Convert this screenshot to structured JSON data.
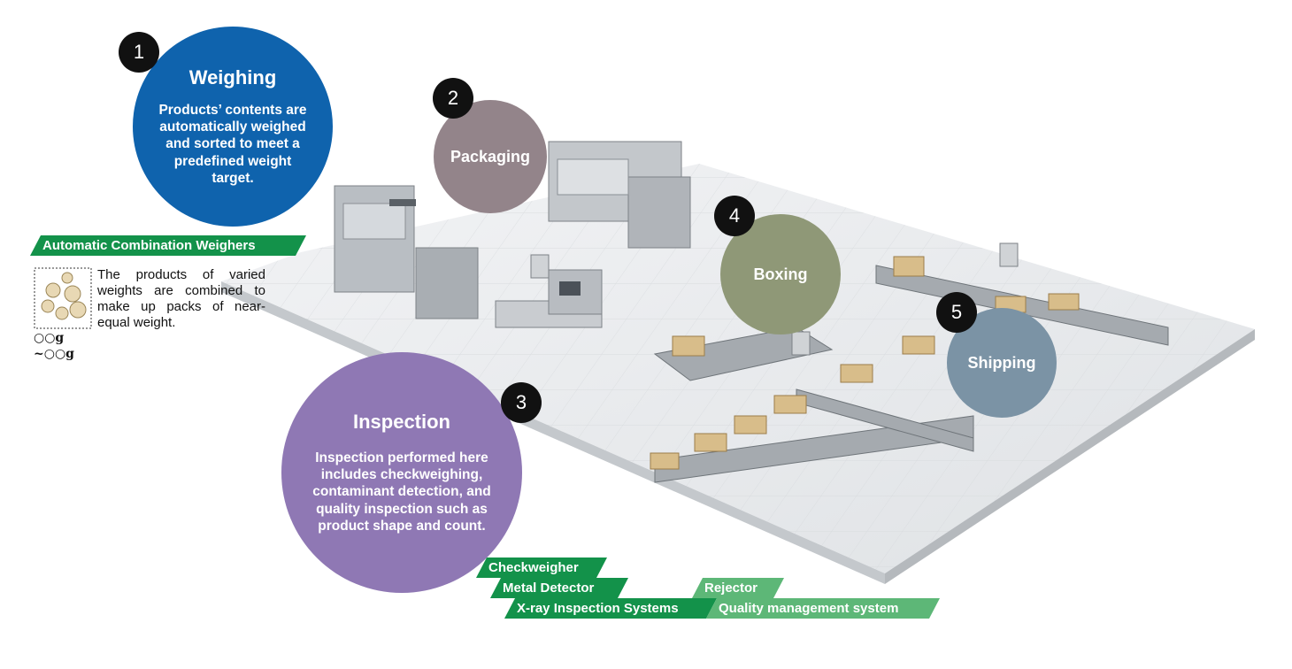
{
  "steps": [
    {
      "number": "1",
      "title": "Weighing",
      "description": "Products’ contents are automatically weighed and sorted to meet a predefined weight target.",
      "color": "#0f63ad"
    },
    {
      "number": "2",
      "title": "Packaging",
      "description": "",
      "color": "#93848a"
    },
    {
      "number": "3",
      "title": "Inspection",
      "description": "Inspection performed here includes checkweighing, contaminant detection, and quality inspection such as product shape and count.",
      "color": "#8f78b4"
    },
    {
      "number": "4",
      "title": "Boxing",
      "description": "",
      "color": "#8f9877"
    },
    {
      "number": "5",
      "title": "Shipping",
      "description": "",
      "color": "#7b93a5"
    }
  ],
  "weighing_tag": "Automatic Combination Weighers",
  "weighing_note": "The products of varied weights are combined to make up packs of near-equal weight.",
  "weight_label_1": "○○g",
  "weight_label_2": "~○○g",
  "inspection_tags": {
    "checkweigher": "Checkweigher",
    "metal_detector": "Metal Detector",
    "xray": "X-ray Inspection Systems",
    "rejector": "Rejector",
    "quality": "Quality management system"
  },
  "colors": {
    "tag_dark": "#13924a",
    "tag_light": "#5db777",
    "floor": "#eceef0"
  }
}
